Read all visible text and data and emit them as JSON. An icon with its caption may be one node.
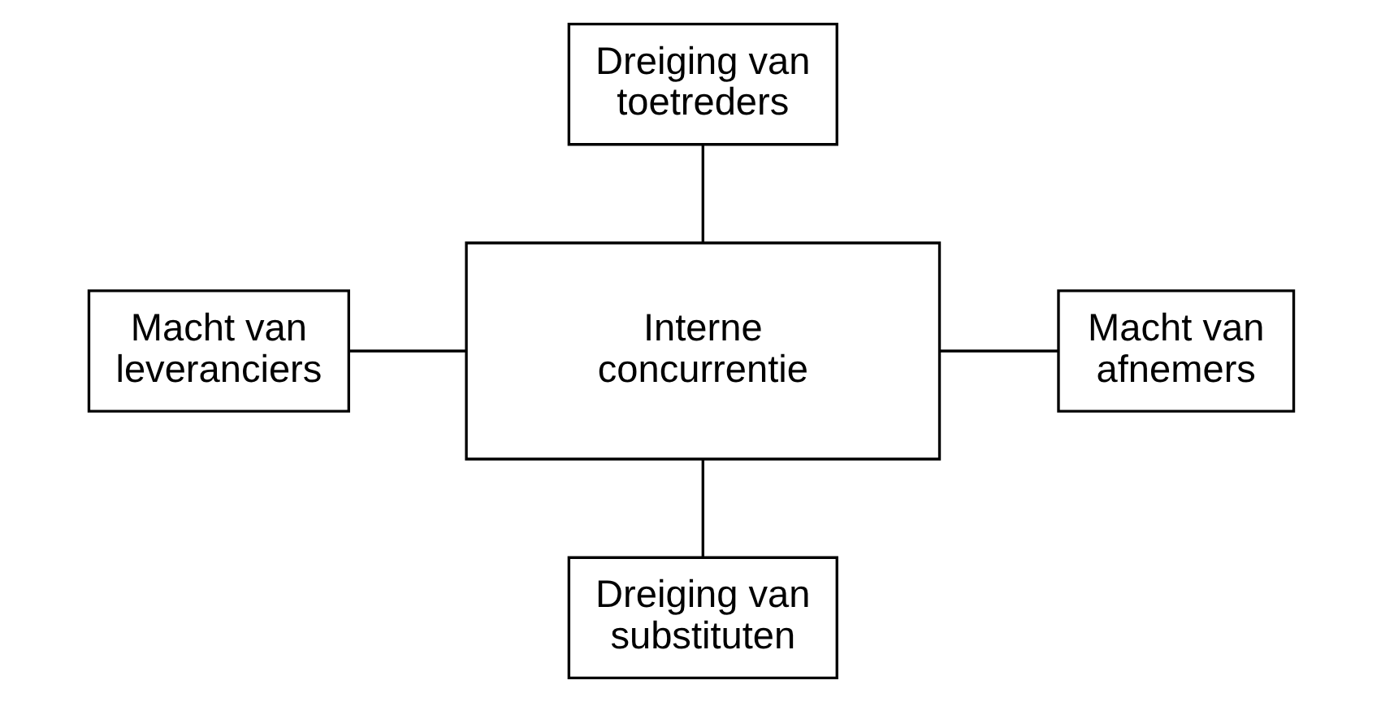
{
  "diagram": {
    "nodes": [
      {
        "text": [
          "Dreiging van toetreders"
        ]
      },
      {
        "text": [
          "Macht van leveranciers"
        ]
      },
      {
        "text": [
          "Interne concurrentie"
        ]
      },
      {
        "text": [
          "Macht van afnemers"
        ]
      },
      {
        "text": [
          "Dreiging van substituten"
        ]
      }
    ],
    "edges": [
      {
        "from": 0,
        "to": 2,
        "arrow": "none"
      },
      {
        "from": 1,
        "to": 2,
        "arrow": "none"
      },
      {
        "from": 2,
        "to": 3,
        "arrow": "none"
      },
      {
        "from": 2,
        "to": 4,
        "arrow": "none"
      }
    ]
  }
}
